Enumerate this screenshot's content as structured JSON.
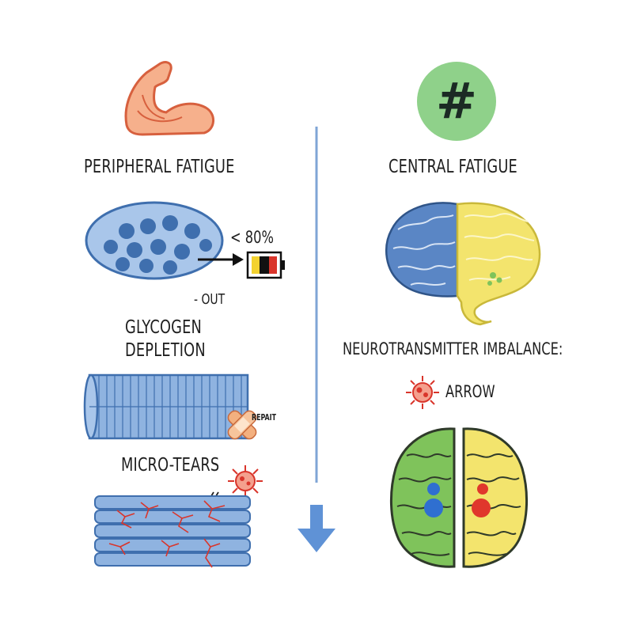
{
  "left": {
    "title": "PERIPHERAL FATIGUE",
    "percent_label": "< 80%",
    "out_label": "- OUT",
    "glycogen_line1": "GLYCOGEN",
    "glycogen_line2": "DEPLETION",
    "repair_label": "REPAIT",
    "microtears_label": "MICRO-TEARS"
  },
  "right": {
    "title": "CENTRAL FATIGUE",
    "badge_symbol": "#",
    "neuro_label": "NEUROTRANSMITTER IMBALANCE:",
    "arrow_label": "ARROW"
  },
  "colors": {
    "blue": "#5a86c5",
    "light_blue": "#a9c6ea",
    "green_badge": "#8fd18a",
    "yellow": "#f3e46d",
    "green_brain": "#7fc35b",
    "red": "#d9352b",
    "muscle": "#f2a57f"
  }
}
